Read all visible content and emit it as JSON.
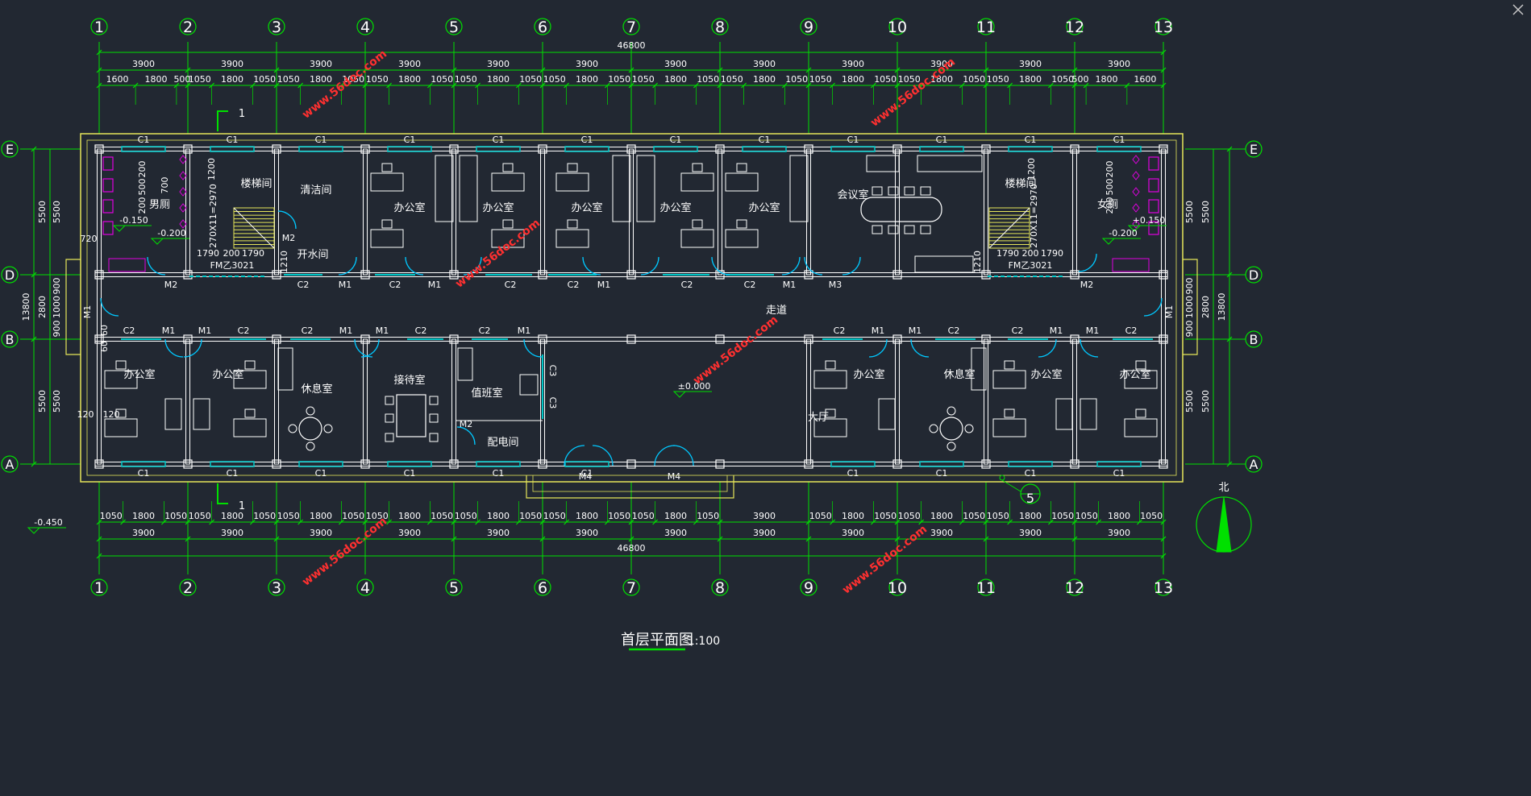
{
  "drawing": {
    "title": "首层平面图",
    "scale": "1:100",
    "north_label": "北",
    "outside_level": "-0.450",
    "hall_level": "±0.000",
    "watermark": "www.56doc.com"
  },
  "axes": {
    "columns": [
      "1",
      "2",
      "3",
      "4",
      "5",
      "6",
      "7",
      "8",
      "9",
      "10",
      "11",
      "12",
      "13"
    ],
    "rows": [
      "E",
      "D",
      "B",
      "A"
    ],
    "section_mark": "1",
    "detail_mark": "5"
  },
  "dimensions": {
    "top_total": "46800",
    "top_bays": [
      "3900",
      "3900",
      "3900",
      "3900",
      "3900",
      "3900",
      "3900",
      "3900",
      "3900",
      "3900",
      "3900",
      "3900"
    ],
    "top_detail": [
      "1600",
      "1800",
      "500",
      "1050",
      "1800",
      "1050",
      "1050",
      "1800",
      "1050",
      "1050",
      "1800",
      "1050",
      "1050",
      "1800",
      "1050",
      "1050",
      "1800",
      "1050",
      "1050",
      "1800",
      "1050",
      "1050",
      "1800",
      "1050",
      "1050",
      "1800",
      "1050",
      "1050",
      "1800",
      "1050",
      "1050",
      "1800",
      "1050",
      "500",
      "1800",
      "1600"
    ],
    "bottom_total": "46800",
    "bottom_bays": [
      "3900",
      "3900",
      "3900",
      "3900",
      "3900",
      "3900",
      "3900",
      "3900",
      "3900",
      "3900",
      "3900",
      "3900"
    ],
    "bottom_detail": [
      "1050",
      "1800",
      "1050",
      "1050",
      "1800",
      "1050",
      "1050",
      "1800",
      "1050",
      "1050",
      "1800",
      "1050",
      "1050",
      "1800",
      "1050",
      "1050",
      "1800",
      "1050",
      "1050",
      "1800",
      "1050",
      "3900",
      "1050",
      "1800",
      "1050",
      "1050",
      "1800",
      "1050",
      "1050",
      "1800",
      "1050",
      "1050",
      "1800",
      "1050"
    ],
    "side_total": "13800",
    "side_parts": [
      "5500",
      "2800",
      "5500"
    ],
    "side_corridor": [
      "900",
      "1000",
      "900"
    ],
    "misc": [
      "720",
      "120",
      "120",
      "60",
      "60",
      "200",
      "500",
      "200",
      "700",
      "1200",
      "1790",
      "200",
      "1790",
      "1210",
      "270X11=2970"
    ]
  },
  "rooms": {
    "mens_wc": "男厕",
    "womens_wc": "女厕",
    "stair": "楼梯间",
    "cleaning": "清洁间",
    "water": "开水间",
    "office": "办公室",
    "meeting": "会议室",
    "corridor": "走道",
    "rest": "休息室",
    "reception": "接待室",
    "duty": "值班室",
    "power": "配电间",
    "hall": "大厅"
  },
  "levels": {
    "wc_left": "-0.150",
    "wc_left2": "-0.200",
    "wc_right": "+0.150",
    "wc_right2": "-0.200"
  },
  "openings": {
    "C1": "C1",
    "C2": "C2",
    "C3": "C3",
    "M1": "M1",
    "M2": "M2",
    "M3": "M3",
    "M4": "M4",
    "FM": "FM乙3021"
  },
  "colors": {
    "background": "#222832",
    "axis": "#00e000",
    "wall": "#ffffff",
    "outline": "#e6e65a",
    "window": "#00c8c8",
    "door": "#00c8ff",
    "fixture": "#e000e0",
    "watermark": "#ff3030"
  }
}
